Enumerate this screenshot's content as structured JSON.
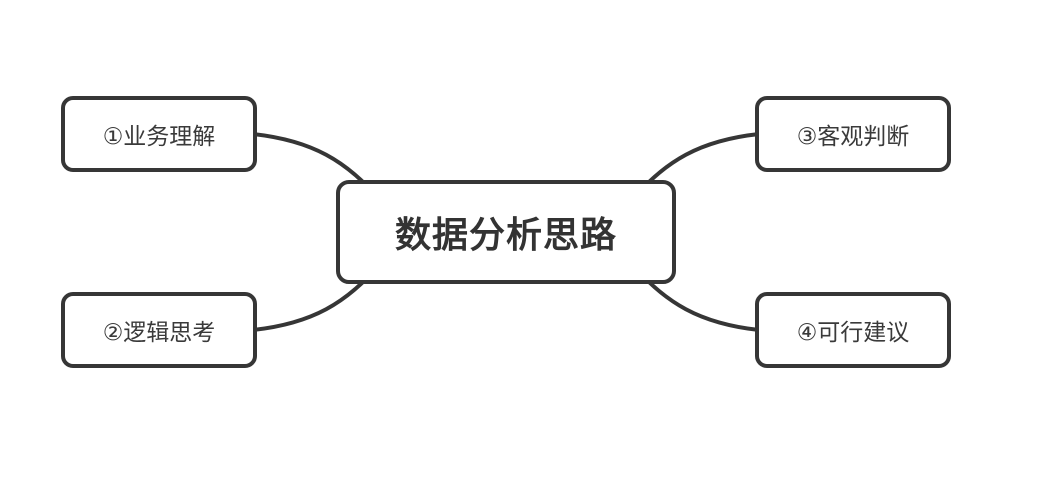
{
  "diagram": {
    "type": "mindmap",
    "central_node": {
      "label": "数据分析思路"
    },
    "branches": [
      {
        "label": "①业务理解",
        "position": "top-left"
      },
      {
        "label": "②逻辑思考",
        "position": "bottom-left"
      },
      {
        "label": "③客观判断",
        "position": "top-right"
      },
      {
        "label": "④可行建议",
        "position": "bottom-right"
      }
    ],
    "colors": {
      "line_color": "#363636",
      "node_border": "#363636",
      "node_fill": "#ffffff",
      "central_text": "#333333",
      "branch_text": "#3a3a3a",
      "background": "#ffffff"
    }
  }
}
